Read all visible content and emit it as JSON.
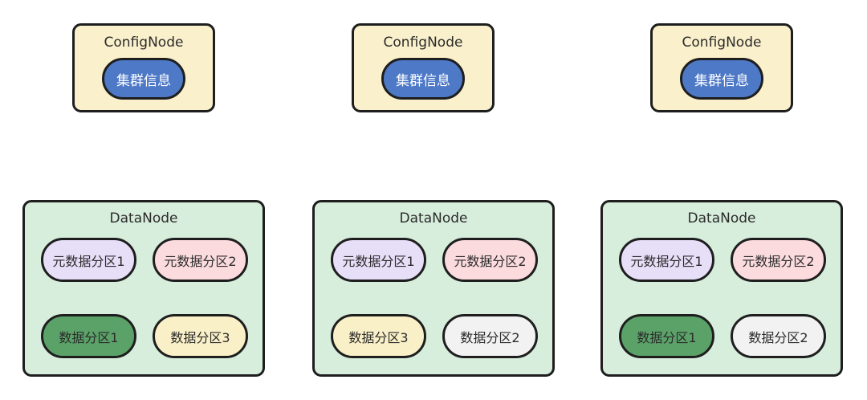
{
  "diagram": {
    "config_nodes": [
      {
        "title": "ConfigNode",
        "pill": {
          "label": "集群信息",
          "color": "blue"
        }
      },
      {
        "title": "ConfigNode",
        "pill": {
          "label": "集群信息",
          "color": "blue"
        }
      },
      {
        "title": "ConfigNode",
        "pill": {
          "label": "集群信息",
          "color": "blue"
        }
      }
    ],
    "data_nodes": [
      {
        "title": "DataNode",
        "pills": [
          {
            "label": "元数据分区1",
            "color": "lavender"
          },
          {
            "label": "元数据分区2",
            "color": "pink"
          },
          {
            "label": "数据分区1",
            "color": "green"
          },
          {
            "label": "数据分区3",
            "color": "yellow"
          }
        ]
      },
      {
        "title": "DataNode",
        "pills": [
          {
            "label": "元数据分区1",
            "color": "lavender"
          },
          {
            "label": "元数据分区2",
            "color": "pink"
          },
          {
            "label": "数据分区3",
            "color": "yellow"
          },
          {
            "label": "数据分区2",
            "color": "white"
          }
        ]
      },
      {
        "title": "DataNode",
        "pills": [
          {
            "label": "元数据分区1",
            "color": "lavender"
          },
          {
            "label": "元数据分区2",
            "color": "pink"
          },
          {
            "label": "数据分区1",
            "color": "green"
          },
          {
            "label": "数据分区2",
            "color": "white"
          }
        ]
      }
    ]
  },
  "palette": {
    "bg": "#FFFFFF",
    "ink": "#1E1E1E",
    "text": "#2B2B2B",
    "config-fill": "#FAF0CB",
    "data-fill": "#D7EEDC",
    "pill-blue": "#4E79C7",
    "pill-lavender": "#E7DEF8",
    "pill-pink": "#FBDBDE",
    "pill-green": "#5BA268",
    "pill-yellow": "#FAF0C8",
    "pill-white": "#F2F2F2"
  }
}
